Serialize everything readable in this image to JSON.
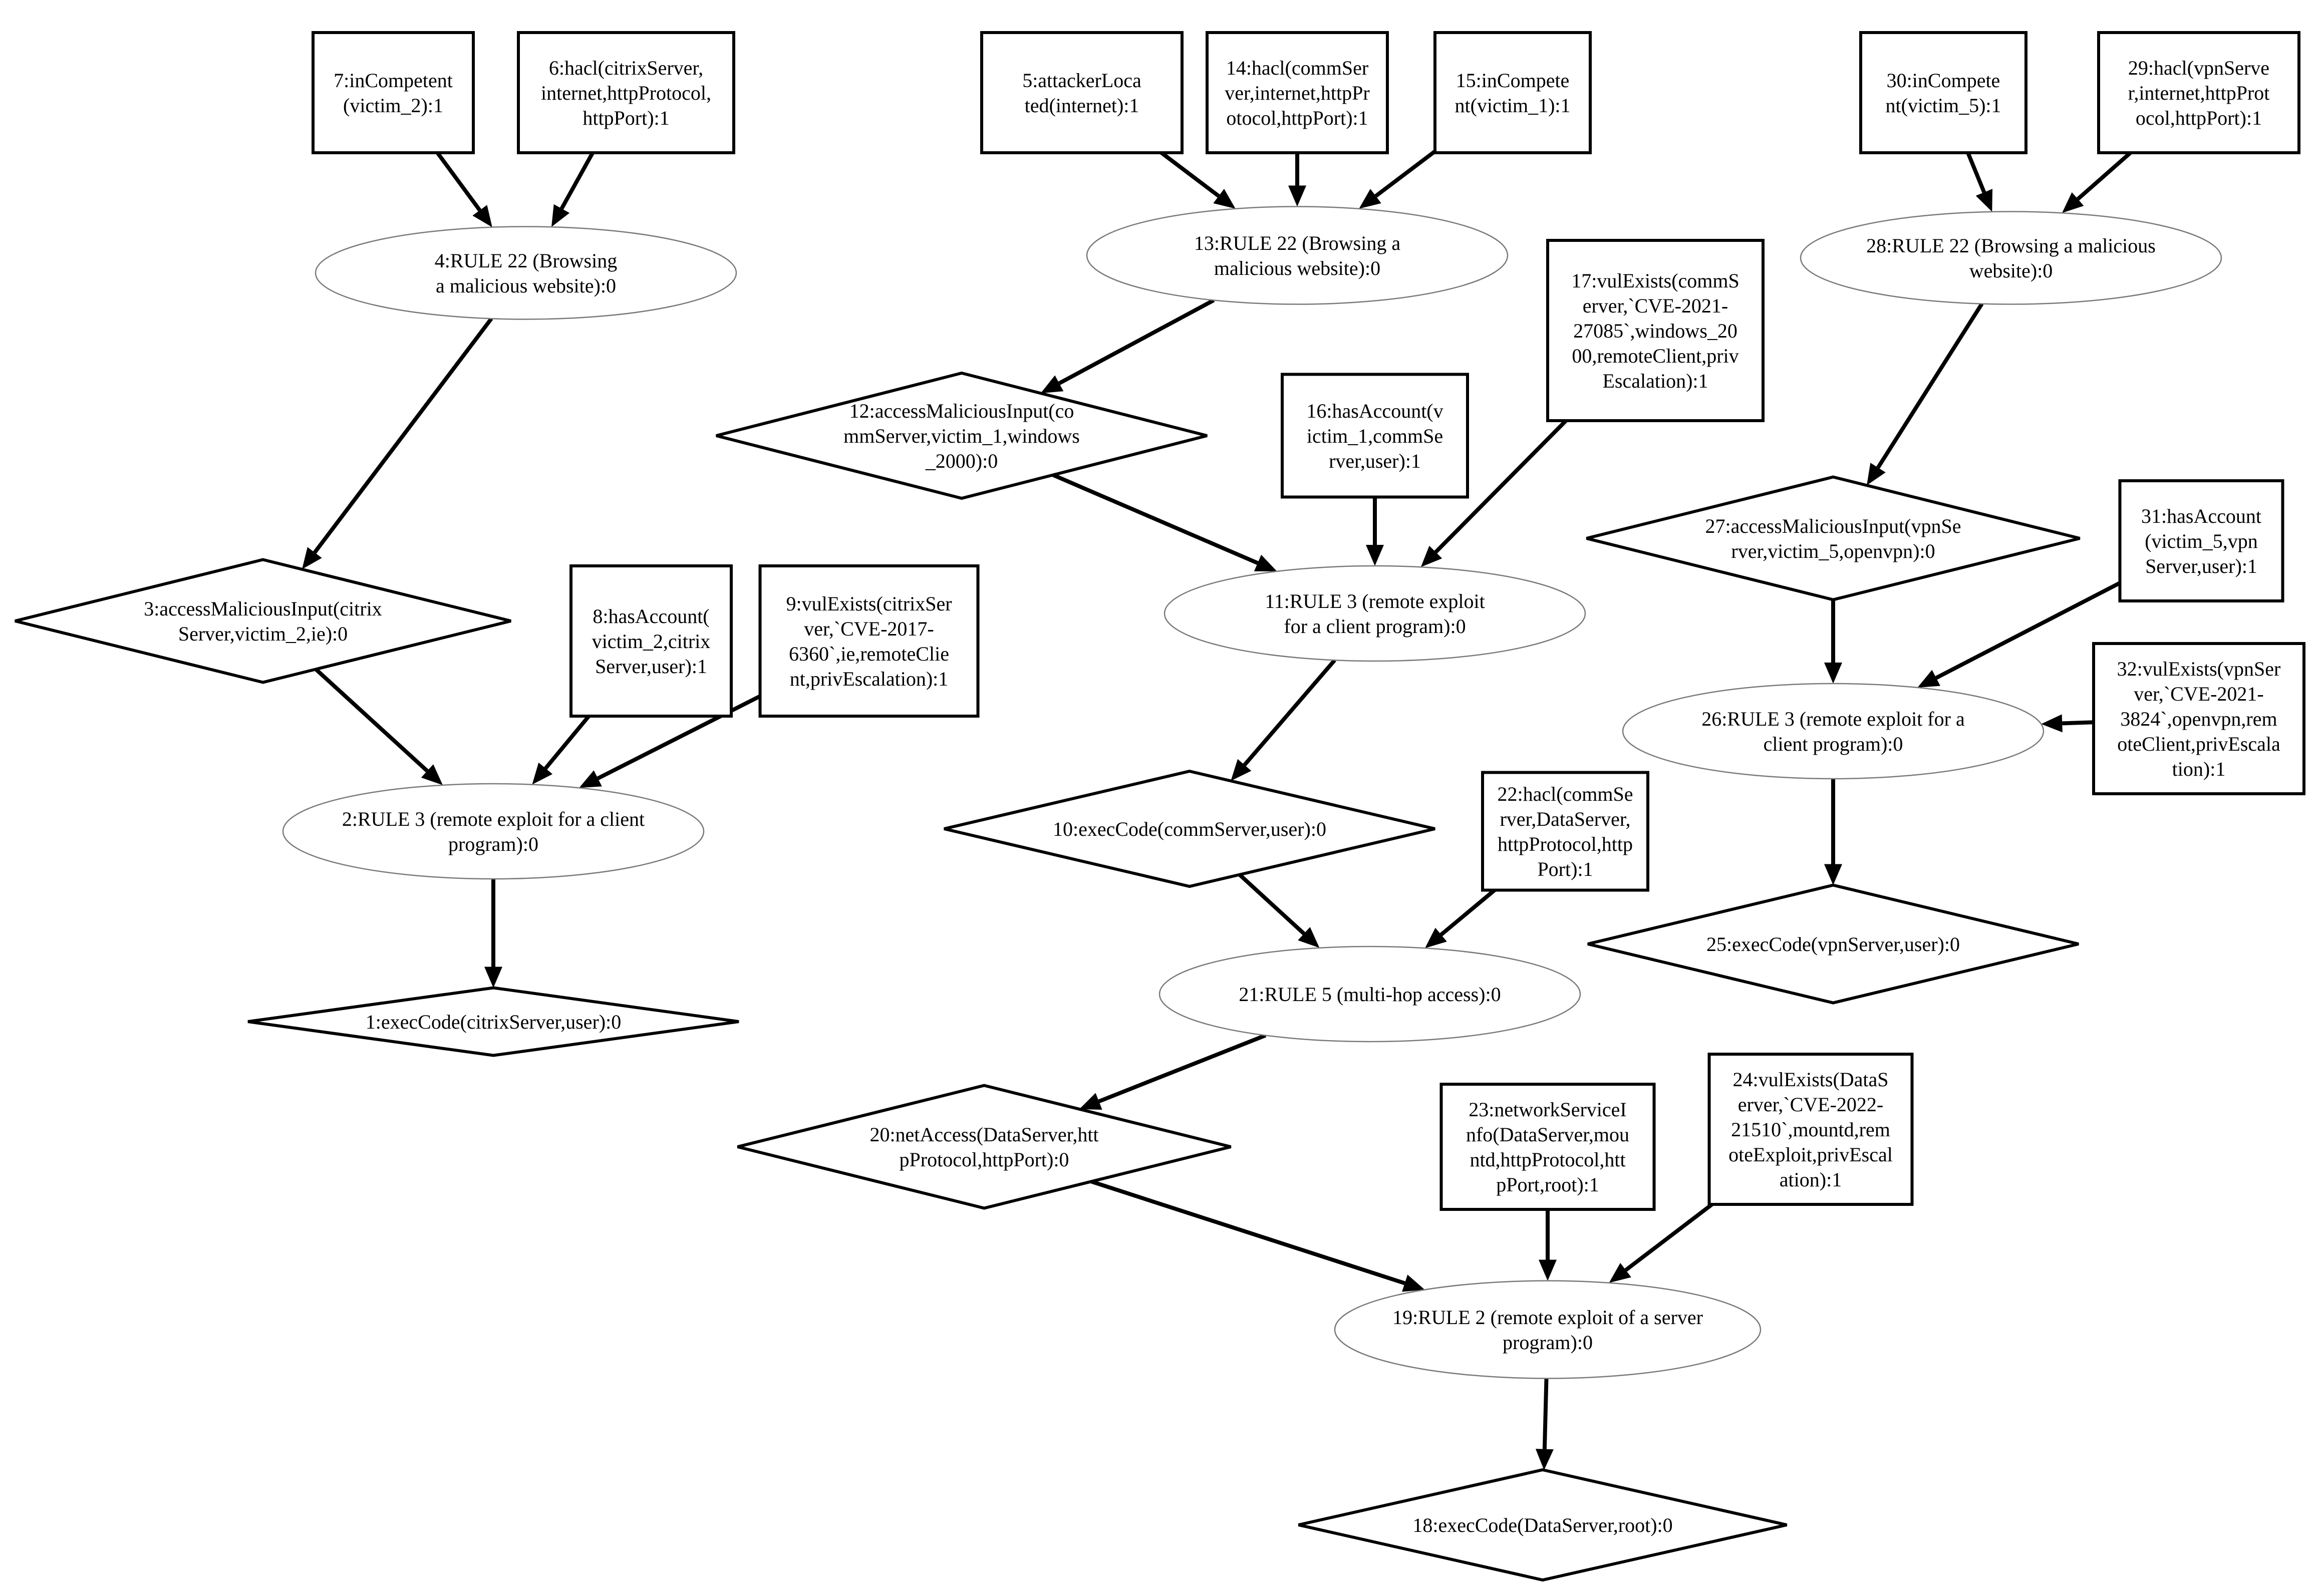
{
  "nodes": [
    {
      "id": "n1",
      "shape": "diamond",
      "lines": [
        "1:execCode(citrixServer,user):0"
      ]
    },
    {
      "id": "n2",
      "shape": "ellipse",
      "lines": [
        "2:RULE 3 (remote exploit for a client",
        "program):0"
      ]
    },
    {
      "id": "n3",
      "shape": "diamond",
      "lines": [
        "3:accessMaliciousInput(citrix",
        "Server,victim_2,ie):0"
      ]
    },
    {
      "id": "n4",
      "shape": "ellipse",
      "lines": [
        "4:RULE 22 (Browsing",
        "a malicious website):0"
      ]
    },
    {
      "id": "n5",
      "shape": "box",
      "lines": [
        "5:attackerLoca",
        "ted(internet):1"
      ]
    },
    {
      "id": "n6",
      "shape": "box",
      "lines": [
        "6:hacl(citrixServer,",
        "internet,httpProtocol,",
        "httpPort):1"
      ]
    },
    {
      "id": "n7",
      "shape": "box",
      "lines": [
        "7:inCompetent",
        "(victim_2):1"
      ]
    },
    {
      "id": "n8",
      "shape": "box",
      "lines": [
        "8:hasAccount(",
        "victim_2,citrix",
        "Server,user):1"
      ]
    },
    {
      "id": "n9",
      "shape": "box",
      "lines": [
        "9:vulExists(citrixSer",
        "ver,`CVE-2017-",
        "6360`,ie,remoteClie",
        "nt,privEscalation):1"
      ]
    },
    {
      "id": "n10",
      "shape": "diamond",
      "lines": [
        "10:execCode(commServer,user):0"
      ]
    },
    {
      "id": "n11",
      "shape": "ellipse",
      "lines": [
        "11:RULE 3 (remote exploit",
        "for a client program):0"
      ]
    },
    {
      "id": "n12",
      "shape": "diamond",
      "lines": [
        "12:accessMaliciousInput(co",
        "mmServer,victim_1,windows",
        "_2000):0"
      ]
    },
    {
      "id": "n13",
      "shape": "ellipse",
      "lines": [
        "13:RULE 22 (Browsing a",
        "malicious website):0"
      ]
    },
    {
      "id": "n14",
      "shape": "box",
      "lines": [
        "14:hacl(commSer",
        "ver,internet,httpPr",
        "otocol,httpPort):1"
      ]
    },
    {
      "id": "n15",
      "shape": "box",
      "lines": [
        "15:inCompete",
        "nt(victim_1):1"
      ]
    },
    {
      "id": "n16",
      "shape": "box",
      "lines": [
        "16:hasAccount(v",
        "ictim_1,commSe",
        "rver,user):1"
      ]
    },
    {
      "id": "n17",
      "shape": "box",
      "lines": [
        "17:vulExists(commS",
        "erver,`CVE-2021-",
        "27085`,windows_20",
        "00,remoteClient,priv",
        "Escalation):1"
      ]
    },
    {
      "id": "n18",
      "shape": "diamond",
      "lines": [
        "18:execCode(DataServer,root):0"
      ]
    },
    {
      "id": "n19",
      "shape": "ellipse",
      "lines": [
        "19:RULE 2 (remote exploit of a server",
        "program):0"
      ]
    },
    {
      "id": "n20",
      "shape": "diamond",
      "lines": [
        "20:netAccess(DataServer,htt",
        "pProtocol,httpPort):0"
      ]
    },
    {
      "id": "n21",
      "shape": "ellipse",
      "lines": [
        "21:RULE 5 (multi-hop access):0"
      ]
    },
    {
      "id": "n22",
      "shape": "box",
      "lines": [
        "22:hacl(commSe",
        "rver,DataServer,",
        "httpProtocol,http",
        "Port):1"
      ]
    },
    {
      "id": "n23",
      "shape": "box",
      "lines": [
        "23:networkServiceI",
        "nfo(DataServer,mou",
        "ntd,httpProtocol,htt",
        "pPort,root):1"
      ]
    },
    {
      "id": "n24",
      "shape": "box",
      "lines": [
        "24:vulExists(DataS",
        "erver,`CVE-2022-",
        "21510`,mountd,rem",
        "oteExploit,privEscal",
        "ation):1"
      ]
    },
    {
      "id": "n25",
      "shape": "diamond",
      "lines": [
        "25:execCode(vpnServer,user):0"
      ]
    },
    {
      "id": "n26",
      "shape": "ellipse",
      "lines": [
        "26:RULE 3 (remote exploit for a",
        "client program):0"
      ]
    },
    {
      "id": "n27",
      "shape": "diamond",
      "lines": [
        "27:accessMaliciousInput(vpnSe",
        "rver,victim_5,openvpn):0"
      ]
    },
    {
      "id": "n28",
      "shape": "ellipse",
      "lines": [
        "28:RULE 22 (Browsing a malicious",
        "website):0"
      ]
    },
    {
      "id": "n29",
      "shape": "box",
      "lines": [
        "29:hacl(vpnServe",
        "r,internet,httpProt",
        "ocol,httpPort):1"
      ]
    },
    {
      "id": "n30",
      "shape": "box",
      "lines": [
        "30:inCompete",
        "nt(victim_5):1"
      ]
    },
    {
      "id": "n31",
      "shape": "box",
      "lines": [
        "31:hasAccount",
        "(victim_5,vpn",
        "Server,user):1"
      ]
    },
    {
      "id": "n32",
      "shape": "box",
      "lines": [
        "32:vulExists(vpnSer",
        "ver,`CVE-2021-",
        "3824`,openvpn,rem",
        "oteClient,privEscala",
        "tion):1"
      ]
    }
  ],
  "edges": [
    [
      "n7",
      "n4"
    ],
    [
      "n6",
      "n4"
    ],
    [
      "n4",
      "n3"
    ],
    [
      "n3",
      "n2"
    ],
    [
      "n8",
      "n2"
    ],
    [
      "n9",
      "n2"
    ],
    [
      "n2",
      "n1"
    ],
    [
      "n5",
      "n13"
    ],
    [
      "n14",
      "n13"
    ],
    [
      "n15",
      "n13"
    ],
    [
      "n13",
      "n12"
    ],
    [
      "n12",
      "n11"
    ],
    [
      "n16",
      "n11"
    ],
    [
      "n17",
      "n11"
    ],
    [
      "n11",
      "n10"
    ],
    [
      "n10",
      "n21"
    ],
    [
      "n22",
      "n21"
    ],
    [
      "n21",
      "n20"
    ],
    [
      "n20",
      "n19"
    ],
    [
      "n23",
      "n19"
    ],
    [
      "n24",
      "n19"
    ],
    [
      "n19",
      "n18"
    ],
    [
      "n30",
      "n28"
    ],
    [
      "n29",
      "n28"
    ],
    [
      "n28",
      "n27"
    ],
    [
      "n27",
      "n26"
    ],
    [
      "n31",
      "n26"
    ],
    [
      "n32",
      "n26"
    ],
    [
      "n26",
      "n25"
    ]
  ]
}
